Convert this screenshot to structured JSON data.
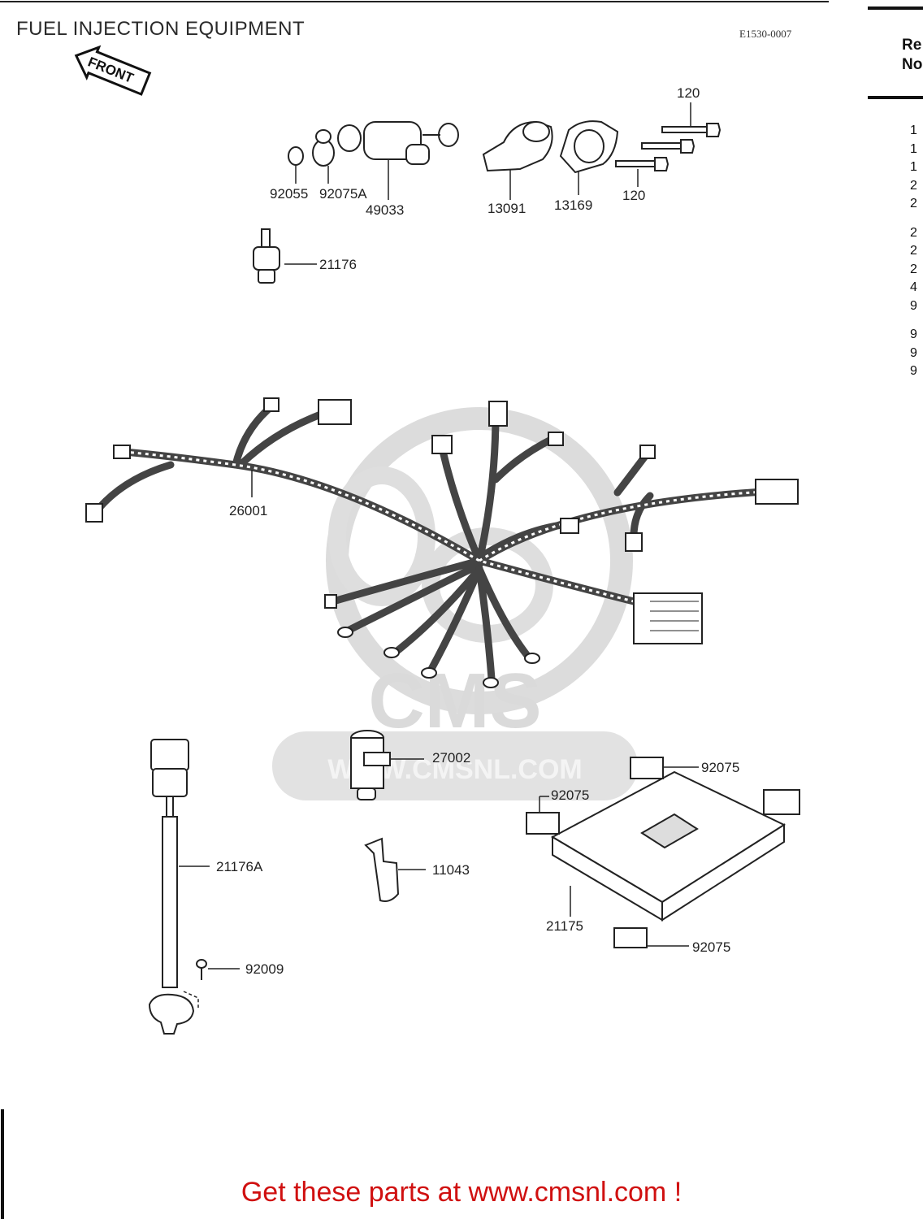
{
  "title": "FUEL INJECTION EQUIPMENT",
  "drawing_code": "E1530-0007",
  "front_arrow_label": "FRONT",
  "ref_header": [
    "Re",
    "No"
  ],
  "ref_column_digits": [
    "1",
    "1",
    "1",
    "2",
    "2",
    "2",
    "2",
    "2",
    "4",
    "9",
    "9",
    "9",
    "9"
  ],
  "part_labels": {
    "p120a": "120",
    "p120b": "120",
    "p92055": "92055",
    "p92075A": "92075A",
    "p49033": "49033",
    "p13091": "13091",
    "p13169": "13169",
    "p21176": "21176",
    "p26001": "26001",
    "p27002": "27002",
    "p92075a": "92075",
    "p92075b": "92075",
    "p92075c": "92075",
    "p21176A": "21176A",
    "p11043": "11043",
    "p21175": "21175",
    "p92009": "92009"
  },
  "watermark": {
    "brand": "CMS",
    "url": "WWW.CMSNL.COM"
  },
  "footer_text": "Get these parts at www.cmsnl.com !",
  "colors": {
    "footer": "#d01010",
    "line": "#222222",
    "watermark": "#d8d8d8"
  }
}
